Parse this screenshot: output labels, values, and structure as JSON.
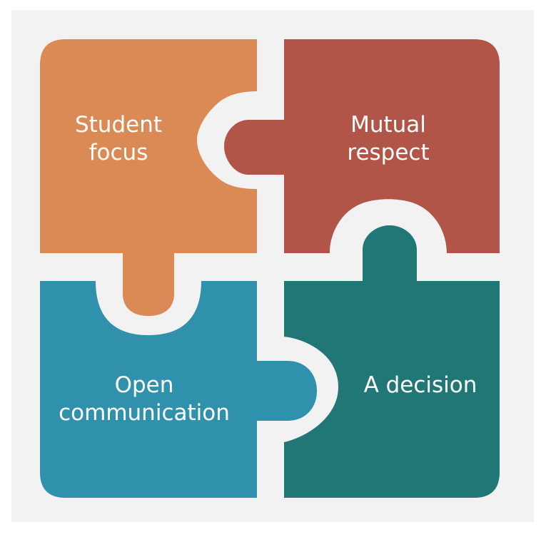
{
  "diagram": {
    "pieces": [
      {
        "id": "student-focus",
        "lines": [
          "Student",
          "focus"
        ],
        "color": "#DB8A55"
      },
      {
        "id": "mutual-respect",
        "lines": [
          "Mutual",
          "respect"
        ],
        "color": "#B05548"
      },
      {
        "id": "open-communication",
        "lines": [
          "Open",
          "communication"
        ],
        "color": "#3091AC"
      },
      {
        "id": "a-decision",
        "lines": [
          "A decision"
        ],
        "color": "#217676"
      }
    ],
    "background_color": "#F2F2F2",
    "page_color": "#FFFFFF"
  }
}
